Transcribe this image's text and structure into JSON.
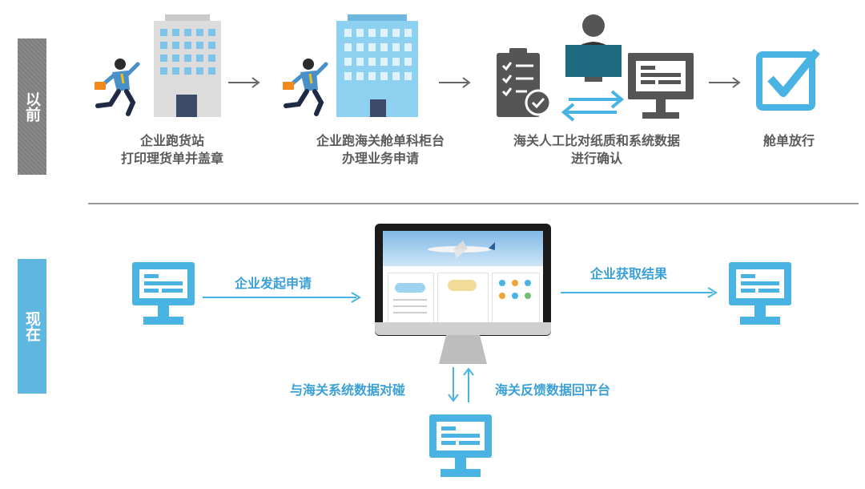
{
  "sections": {
    "before": "以前",
    "now": "现在"
  },
  "before_steps": [
    {
      "line1": "企业跑货站",
      "line2": "打印理货单并盖章"
    },
    {
      "line1": "企业跑海关舱单科柜台",
      "line2": "办理业务申请"
    },
    {
      "line1": "海关人工比对纸质和系统数据",
      "line2": "进行确认"
    },
    {
      "line1": "舱单放行",
      "line2": ""
    }
  ],
  "now_flows": {
    "submit": "企业发起申请",
    "result": "企业获取结果",
    "compare": "与海关系统数据对碰",
    "feedback": "海关反馈数据回平台"
  },
  "colors": {
    "accent_blue": "#3aa0d6",
    "tab_gray": "#808080",
    "text_gray": "#5b5b5b"
  }
}
